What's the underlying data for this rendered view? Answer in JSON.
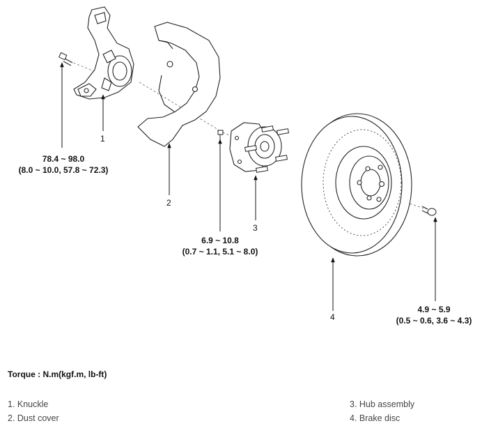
{
  "torques": {
    "knuckle_bolt": {
      "value": "78.4 ~ 98.0",
      "alt": "(8.0 ~ 10.0, 57.8 ~ 72.3)"
    },
    "dust_cover_bolt": {
      "value": "6.9 ~ 10.8",
      "alt": "(0.7 ~ 1.1, 5.1 ~ 8.0)"
    },
    "disc_screw": {
      "value": "4.9 ~ 5.9",
      "alt": "(0.5 ~ 0.6, 3.6 ~ 4.3)"
    }
  },
  "callouts": [
    "1",
    "2",
    "3",
    "4"
  ],
  "torque_units": "Torque : N.m(kgf.m, lb-ft)",
  "legend": [
    {
      "label": "1. Knuckle"
    },
    {
      "label": "2. Dust cover"
    },
    {
      "label": "3. Hub assembly"
    },
    {
      "label": "4. Brake disc"
    }
  ]
}
